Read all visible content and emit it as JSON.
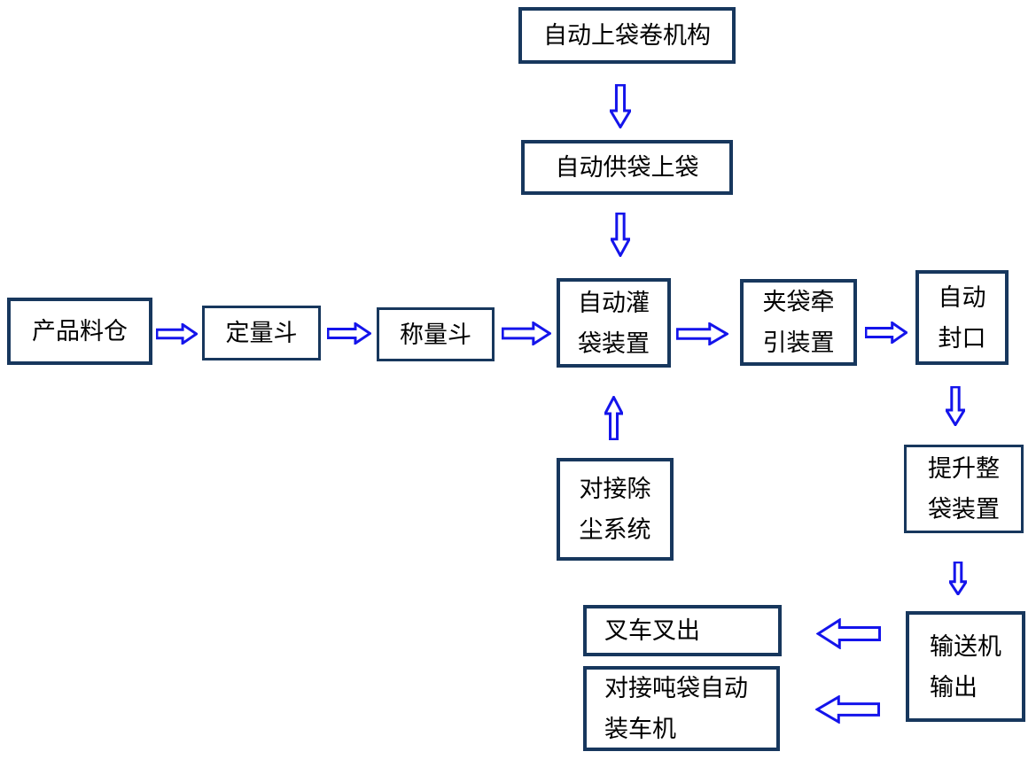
{
  "diagram": {
    "type": "flowchart",
    "colors": {
      "box_border": "#17375D",
      "arrow_blue": "#1414EB",
      "text": "#000000",
      "background": "#FFFFFF"
    },
    "nodes": {
      "bag_roll_mechanism": {
        "label": "自动上袋卷机构"
      },
      "bag_supply_loading": {
        "label": "自动供袋上袋"
      },
      "product_silo": {
        "label": "产品料仓"
      },
      "dosing_hopper": {
        "label": "定量斗"
      },
      "weighing_hopper": {
        "label": "称量斗"
      },
      "bag_filling_device": {
        "line1": "自动灌",
        "line2": "袋装置"
      },
      "bag_clamp_traction_device": {
        "line1": "夹袋牵",
        "line2": "引装置"
      },
      "auto_sealing": {
        "line1": "自动",
        "line2": "封口"
      },
      "dust_removal_system": {
        "line1": "对接除",
        "line2": "尘系统"
      },
      "bag_lifting_device": {
        "line1": "提升整",
        "line2": "袋装置"
      },
      "conveyor_output": {
        "line1": "输送机",
        "line2": "输出"
      },
      "forklift_out": {
        "label": "叉车叉出"
      },
      "ton_bag_truck_loader": {
        "line1": "对接吨袋自动",
        "line2": "装车机"
      }
    },
    "edges": [
      "自动上袋卷机构→自动供袋上袋",
      "自动供袋上袋→自动灌袋装置",
      "产品料仓→定量斗",
      "定量斗→称量斗",
      "称量斗→自动灌袋装置",
      "自动灌袋装置→夹袋牵引装置",
      "夹袋牵引装置→自动封口",
      "对接除尘系统→自动灌袋装置",
      "自动封口→提升整袋装置",
      "提升整袋装置→输送机输出",
      "输送机输出→叉车叉出",
      "输送机输出→对接吨袋自动装车机"
    ]
  }
}
